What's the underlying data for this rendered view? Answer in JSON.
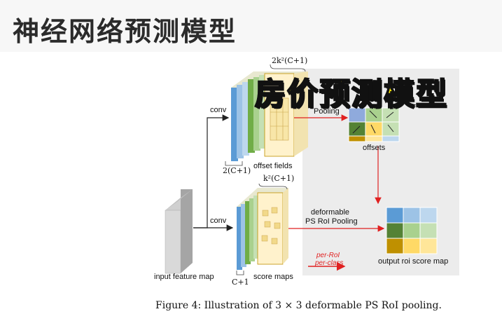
{
  "header": {
    "title": "神经网络预测模型"
  },
  "overlay": {
    "text": "房价预测模型"
  },
  "caption": {
    "text": "Figure 4: Illustration of 3 × 3 deformable PS RoI pooling."
  },
  "diagram": {
    "labels": {
      "offset_channels": "2k²(C+1)",
      "conv_top": "conv",
      "conv_bottom": "conv",
      "offset_fields": "offset fields",
      "top_dim": "2(C+1)",
      "score_channels": "k²(C+1)",
      "score_maps": "score maps",
      "bottom_dim": "C+1",
      "input_feature_map": "input feature map",
      "pooling": "Pooling",
      "offsets": "offsets",
      "deformable_line1": "deformable",
      "deformable_line2": "PS RoI Pooling",
      "per_roi": "per-RoI",
      "per_class": "per-class",
      "output_map": "output roi score map"
    },
    "colors": {
      "blue": "#5b9bd5",
      "light_blue": "#bdd7ee",
      "green": "#70ad47",
      "light_green": "#c5e0b4",
      "olive": "#bf9000",
      "yellow": "#ffe699",
      "arrow_red": "#e02020"
    }
  }
}
